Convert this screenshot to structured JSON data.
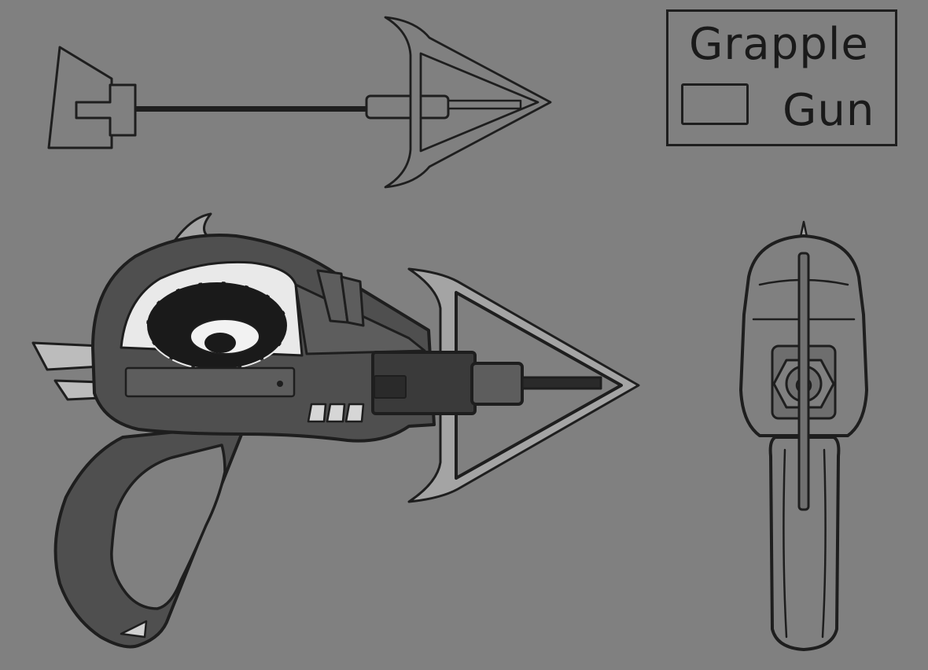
{
  "title": {
    "line1": "Grapple",
    "line2": "Gun"
  },
  "views": [
    {
      "name": "top-view",
      "parts": [
        "grip",
        "launcher-body",
        "cable",
        "piston",
        "hook"
      ]
    },
    {
      "name": "side-view",
      "parts": [
        "top-fin",
        "back-fins",
        "reel",
        "vents",
        "barrel",
        "piston",
        "hook",
        "grip"
      ]
    },
    {
      "name": "front-view",
      "parts": [
        "front-spine",
        "muzzle",
        "grip"
      ]
    }
  ],
  "palette": {
    "background": "#808080",
    "ink": "#1e1e1e",
    "body-dark": "#4f4f4f",
    "body-mid": "#5d5d5d",
    "reel-light": "#e9e9e9",
    "hook-fill": "#a4a4a4"
  }
}
